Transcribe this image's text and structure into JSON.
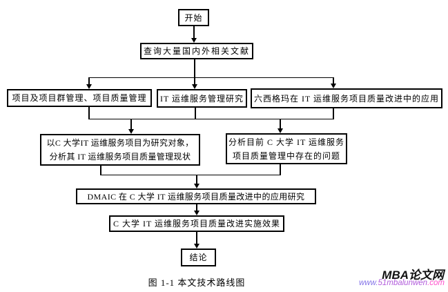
{
  "diagram": {
    "nodes": {
      "start": {
        "label": "开始"
      },
      "literature": {
        "label": "查询大量国内外相关文献"
      },
      "project_mgmt": {
        "label": "项目及项目群管理、项目质量管理"
      },
      "it_service": {
        "label": "IT 运维服务管理研究"
      },
      "six_sigma": {
        "label": "六西格玛在 IT 运维服务项目质量改进中的应用"
      },
      "research_object": {
        "line1": "以C 大学IT 运维服务项目为研究对象，",
        "line2": "分析其 IT 运维服务项目质量管理现状"
      },
      "problems": {
        "line1": "分析目前 C 大学 IT 运维服务",
        "line2": "项目质量管理中存在的问题"
      },
      "dmaic": {
        "label": "DMAIC 在 C 大学 IT 运维服务项目质量改进中的应用研究"
      },
      "effect": {
        "label": "C 大学 IT 运维服务项目质量改进实施效果"
      },
      "conclusion": {
        "label": "结论"
      }
    },
    "caption": "图 1-1 本文技术路线图"
  },
  "watermark": {
    "site_name": "MBA论文网",
    "url": "www.51mbalunwen.com",
    "url_parts": {
      "p1": "www.",
      "p2": "51mbalunwen",
      "p3": ".com"
    },
    "url_colors": {
      "p1": "#8473e8",
      "p2": "#b15bdb",
      "p3": "#ff4ecb"
    }
  },
  "colors": {
    "line": "#000000",
    "background": "#ffffff"
  }
}
